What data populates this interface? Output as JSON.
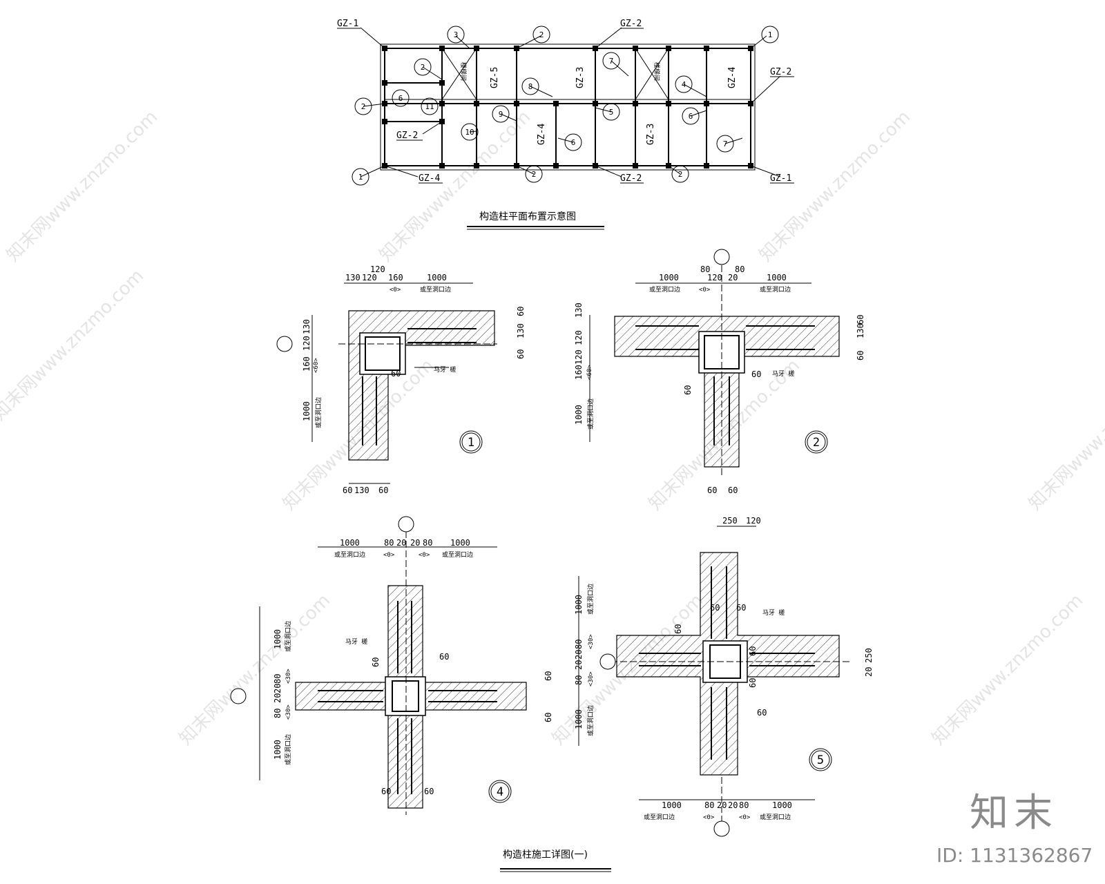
{
  "plan": {
    "title": "构造柱平面布置示意图",
    "gz_labels": [
      "GZ-1",
      "GZ-2",
      "GZ-2",
      "GZ-2",
      "GZ-4",
      "GZ-2",
      "GZ-1",
      "GZ-5",
      "GZ-3",
      "GZ-4",
      "GZ-4",
      "GZ-3"
    ],
    "room_stair": "楼梯间",
    "callouts": [
      "3",
      "2",
      "1",
      "2",
      "7",
      "8",
      "2",
      "6",
      "11",
      "9",
      "4",
      "10",
      "5",
      "6",
      "6",
      "7",
      "1",
      "2",
      "2"
    ]
  },
  "details": {
    "title": "构造柱施工详图(一)",
    "d1": {
      "no": "1",
      "top_dims": [
        "120",
        "130",
        "120",
        "160",
        "1000"
      ],
      "sub_top": "<0>",
      "note_top": "或至洞口边",
      "right_dims": [
        "60",
        "130",
        "60"
      ],
      "left_dims": [
        "130",
        "120",
        "160",
        "<60>",
        "1000"
      ],
      "note_left": "或至洞口边",
      "bottom_dims": [
        "60",
        "130",
        "60"
      ],
      "side_dim": "60",
      "bond_label": "马牙 槎"
    },
    "d2": {
      "no": "2",
      "top_dims": [
        "80",
        "80",
        "1000",
        "120",
        "20",
        "1000"
      ],
      "sub_top": "<0>",
      "note_top": "或至洞口边",
      "left_dims": [
        "130",
        "120",
        "120",
        "160",
        "<60>",
        "1000"
      ],
      "right_dims": [
        "130",
        "60",
        "60"
      ],
      "note_left": "或至洞口边",
      "bottom_dims": [
        "60",
        "60"
      ],
      "side_dims": [
        "60",
        "60"
      ],
      "bond_label": "马牙 槎"
    },
    "d4": {
      "no": "4",
      "top_dims": [
        "1000",
        "80",
        "20",
        "20",
        "80",
        "1000"
      ],
      "sub_top": "<0>",
      "note_top": "或至洞口边",
      "left_dims": [
        "1000",
        "80",
        "20",
        "20",
        "80",
        "1000"
      ],
      "sub_left": "<30>",
      "note_left": "或至洞口边",
      "right_dims": [
        "60",
        "60"
      ],
      "inner_dims": [
        "60",
        "60"
      ],
      "bottom_dims": [
        "60",
        "60"
      ],
      "bond_label": "马牙 槎"
    },
    "d5": {
      "no": "5",
      "top_dims": [
        "250",
        "120"
      ],
      "left_dims": [
        "1000",
        "80",
        "20",
        "20",
        "80",
        "1000"
      ],
      "sub_left": "<30>",
      "note_left": "或至洞口边",
      "right_dims": [
        "60",
        "250",
        "20"
      ],
      "inner_dims": [
        "60",
        "60",
        "60",
        "60",
        "60"
      ],
      "bottom_dims": [
        "1000",
        "80",
        "20",
        "20",
        "80",
        "1000"
      ],
      "sub_bottom": "<0>",
      "note_bottom": "或至洞口边",
      "bond_label": "马牙 槎"
    }
  },
  "watermarks": [
    "知末网www.znzmo.com"
  ],
  "brand": {
    "logo": "知末",
    "id": "ID: 1131362867"
  },
  "colors": {
    "line": "#000000",
    "watermark": "#cfcfcf"
  }
}
